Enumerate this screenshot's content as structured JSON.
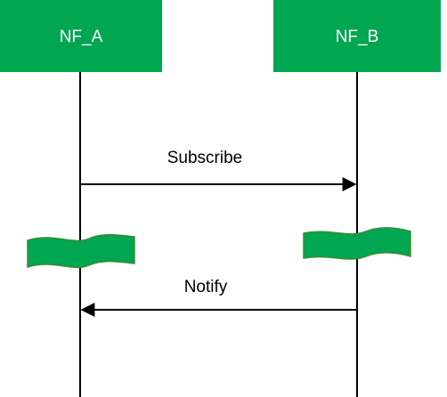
{
  "colors": {
    "box_fill": "#00a650",
    "box_text": "#ffffff",
    "line": "#000000",
    "marker_fill": "#00a650",
    "marker_stroke": "#3a8a3a"
  },
  "participants": [
    {
      "id": "nf_a",
      "label": "NF_A"
    },
    {
      "id": "nf_b",
      "label": "NF_B"
    }
  ],
  "messages": [
    {
      "label": "Subscribe",
      "from": "NF_A",
      "to": "NF_B"
    },
    {
      "label": "Notify",
      "from": "NF_B",
      "to": "NF_A"
    }
  ]
}
